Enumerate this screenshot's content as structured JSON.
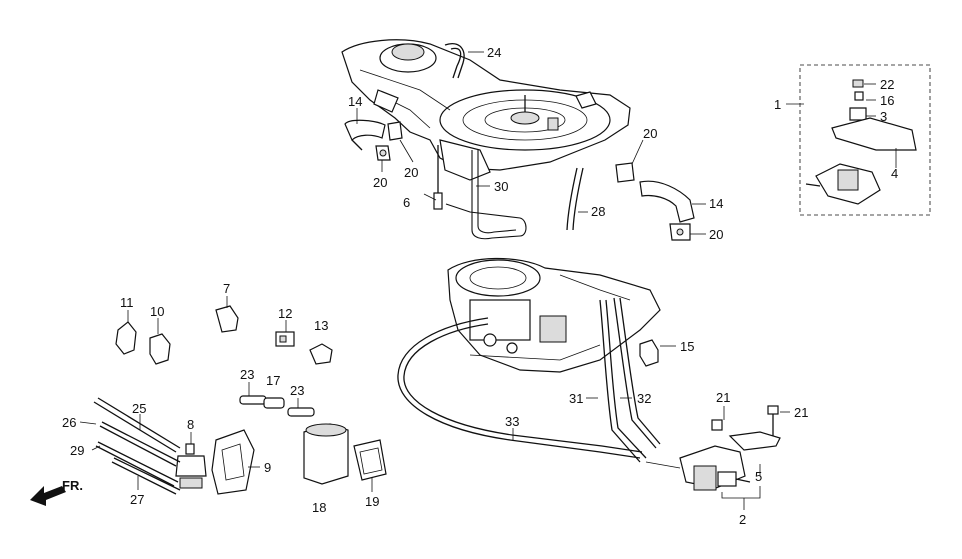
{
  "direction": {
    "label": "FR."
  },
  "callouts": {
    "c1": "1",
    "c2": "2",
    "c3": "3",
    "c4": "4",
    "c5": "5",
    "c6": "6",
    "c7": "7",
    "c8": "8",
    "c9": "9",
    "c10": "10",
    "c11": "11",
    "c12": "12",
    "c13": "13",
    "c14a": "14",
    "c14b": "14",
    "c15": "15",
    "c16": "16",
    "c17": "17",
    "c18": "18",
    "c19": "19",
    "c20a": "20",
    "c20b": "20",
    "c20c": "20",
    "c20d": "20",
    "c21a": "21",
    "c21b": "21",
    "c22": "22",
    "c23a": "23",
    "c23b": "23",
    "c24": "24",
    "c25": "25",
    "c26": "26",
    "c27": "27",
    "c28": "28",
    "c29": "29",
    "c30": "30",
    "c31": "31",
    "c32": "32",
    "c33": "33"
  }
}
